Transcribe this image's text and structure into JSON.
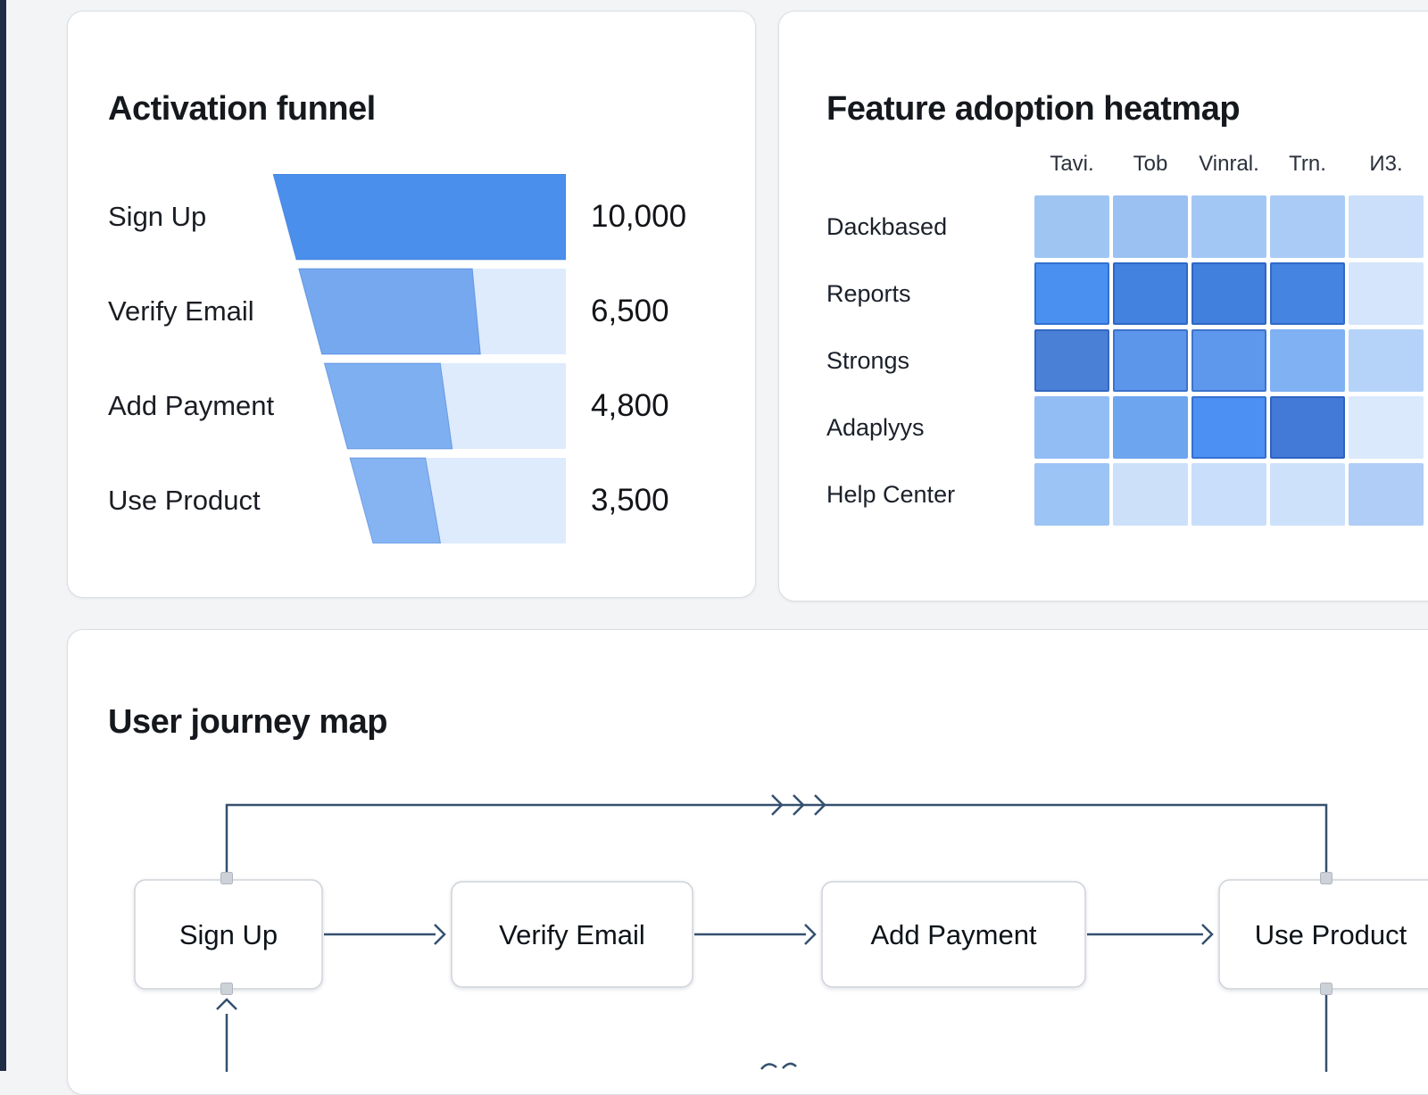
{
  "theme": {
    "background": "#f3f4f6",
    "card_background": "#ffffff",
    "card_border": "#dbdee3",
    "left_edge_bar": "#1e2c48",
    "funnel_segment_colors": [
      "#4a8fec",
      "#75a8ef",
      "#7eaff1",
      "#86b4f2"
    ],
    "funnel_track_color": "#deebfd",
    "connector_color": "#35506f",
    "title_color": "#15181d"
  },
  "funnel_card": {
    "title": "Activation funnel",
    "stages": [
      {
        "label": "Sign Up",
        "value_label": "10,000",
        "value": 10000
      },
      {
        "label": "Verify Email",
        "value_label": "6,500",
        "value": 6500
      },
      {
        "label": "Add Payment",
        "value_label": "4,800",
        "value": 4800
      },
      {
        "label": "Use Product",
        "value_label": "3,500",
        "value": 3500
      }
    ]
  },
  "heatmap_card": {
    "title": "Feature adoption heatmap",
    "column_headers": [
      "Tavi.",
      "Tob",
      "Vinral.",
      "Trn.",
      "И3."
    ],
    "row_labels": [
      "Dackbased",
      "Reports",
      "Strongs",
      "Adaplyys",
      "Help Center"
    ],
    "cell_colors": [
      [
        "#9fc5f3",
        "#9ac1f2",
        "#a3c7f4",
        "#aacbf5",
        "#cbdffa"
      ],
      [
        "#4a90f0",
        "#4382de",
        "#4280dd",
        "#4584e0",
        "#d5e5fb"
      ],
      [
        "#4a81d6",
        "#5b96ea",
        "#5d98ec",
        "#7fb1f3",
        "#b5d3f8"
      ],
      [
        "#91bdf4",
        "#6da5ef",
        "#4b90f2",
        "#4379d7",
        "#dbe9fc"
      ],
      [
        "#9cc4f5",
        "#cde0fa",
        "#c9defa",
        "#cee1fb",
        "#afcdf6"
      ]
    ]
  },
  "journey_card": {
    "title": "User journey map",
    "nodes": [
      {
        "label": "Sign Up"
      },
      {
        "label": "Verify Email"
      },
      {
        "label": "Add Payment"
      },
      {
        "label": "Use Product"
      }
    ],
    "edges": [
      {
        "from": "Sign Up",
        "to": "Verify Email"
      },
      {
        "from": "Verify Email",
        "to": "Add Payment"
      },
      {
        "from": "Add Payment",
        "to": "Use Product"
      },
      {
        "from": "Sign Up",
        "to": "Use Product",
        "route": "top-feedback-line"
      }
    ]
  },
  "chart_data": [
    {
      "type": "funnel",
      "title": "Activation funnel",
      "categories": [
        "Sign Up",
        "Verify Email",
        "Add Payment",
        "Use Product"
      ],
      "values": [
        10000,
        6500,
        4800,
        3500
      ],
      "value_labels": [
        "10,000",
        "6,500",
        "4,800",
        "3,500"
      ],
      "max": 10000
    },
    {
      "type": "heatmap",
      "title": "Feature adoption heatmap",
      "x_labels": [
        "Tavi.",
        "Tob",
        "Vinral.",
        "Trn.",
        "И3."
      ],
      "y_labels": [
        "Dackbased",
        "Reports",
        "Strongs",
        "Adaplyys",
        "Help Center"
      ],
      "values": [
        [
          38,
          40,
          36,
          34,
          18
        ],
        [
          75,
          80,
          80,
          78,
          15
        ],
        [
          82,
          62,
          61,
          45,
          28
        ],
        [
          37,
          52,
          72,
          80,
          12
        ],
        [
          36,
          16,
          19,
          17,
          31
        ]
      ],
      "value_scale": "relative intensity 0-100 (read from cell shading)",
      "legend": "none",
      "grid": "white gaps between cells"
    }
  ]
}
